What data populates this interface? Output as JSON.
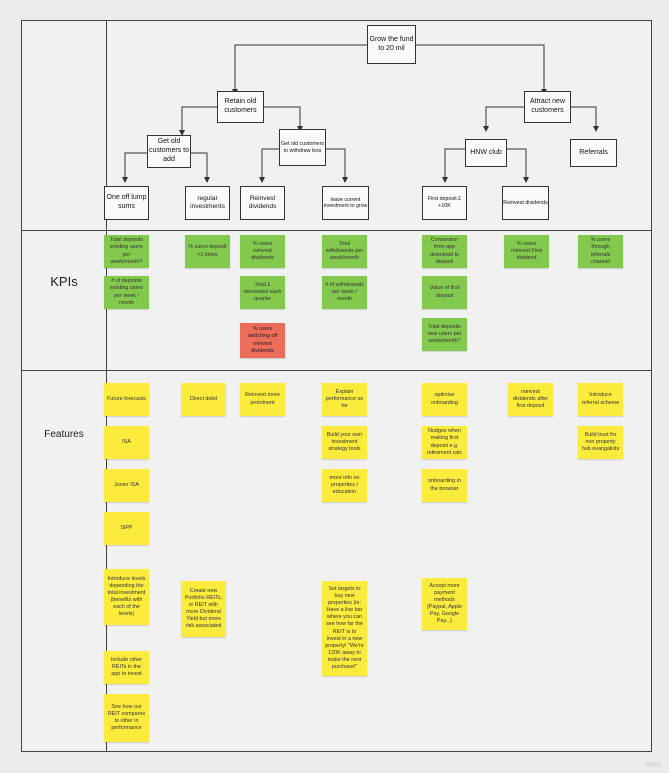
{
  "rows": {
    "kpis": "KPIs",
    "features": "Features"
  },
  "tree": {
    "root": "Grow the fund to 20 mil",
    "retain": "Retain old customers",
    "attract": "Attract new customers",
    "get_add": "Get old customers to add",
    "get_withdraw": "Get old customers to withdraw less",
    "hnw": "HNW club",
    "referrals": "Referrals",
    "lump": "One off lump sums",
    "regular": "regular investments",
    "reinvest": "Reinvest dividends",
    "leave": "leave current investment to grow",
    "first_deposit": "First deposit £+10K",
    "reinvest2": "Reinvest dividends"
  },
  "kpis": {
    "c1a": "Total deposits existing users per week/month?",
    "c1b": "# of deposits existing users per week / month",
    "c2a": "% users deposit >1 times",
    "c3a": "% users reinvest dividends",
    "c3b": "Total £ reinvested each quarter",
    "c3c": "% users switching off reinvest dividends",
    "c4a": "Total withdrawals per week/month",
    "c4b": "# of withdrawals per week / month",
    "c5a": "Conversion from app download to deposit",
    "c5b": "Value of first deposit",
    "c5c": "Total deposits new users per week/month?",
    "c6a": "% users reinvest First dividend",
    "c7a": "% users through referrals channel"
  },
  "features": {
    "c1a": "Future forecasts",
    "c1b": "ISA",
    "c1c": "Junior ISA",
    "c1d": "SIPP",
    "c1e": "Introduce levels depending the total investment (benefits with each of the levels)",
    "c1f": "Include other REITs in the app to invest",
    "c1g": "See how our REIT compares to other in performance",
    "c2a": "Direct debit",
    "c2b": "Create new Portfolio REITs, ie REIT with more Dividend Yield but more risk associated",
    "c3a": "Reinvest more prominent",
    "c4a": "Explain performance so far",
    "c4b": "Build your own investment strategy tools",
    "c4c": "more info on properties / education",
    "c4d": "Set targets to buy new properties (ie: Have a live bar where you can see how far the REIT is to invest in a new property! \"We're 120K away to make the next purchase!\"",
    "c5a": "optimise onboarding",
    "c5b": "Nudges when making first deposit e.g. retirement calc",
    "c5c": "onboarding in the browser",
    "c5d": "Accept more payment methods (Paypal, Apple Pay, Google Pay...)",
    "c6a": "reinvest dividends after first deposit",
    "c7a": "Introduce referral scheme",
    "c7b": "Build trust for non property hub evangalists"
  },
  "watermark": "miro",
  "colors": {
    "kpi": "#82c94e",
    "alert": "#ec6d5a",
    "feature": "#fbeb3c"
  }
}
